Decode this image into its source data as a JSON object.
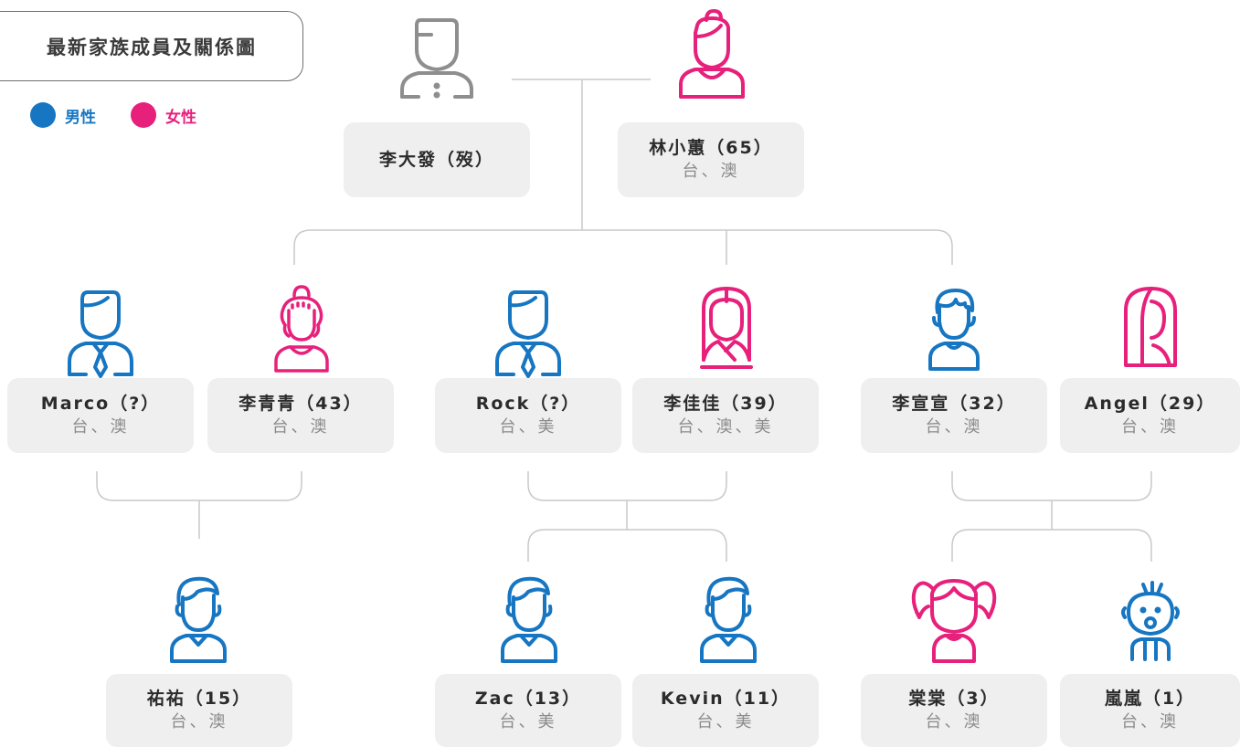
{
  "title": "最新家族成員及關係圖",
  "legend": {
    "male": {
      "label": "男性",
      "color": "#1776c2"
    },
    "female": {
      "label": "女性",
      "color": "#e7207c"
    }
  },
  "colors": {
    "male": "#1776c2",
    "female": "#e7207c",
    "unknown": "#8e8e8e",
    "line": "#c9c9c9",
    "card": "#efeff0"
  },
  "members": {
    "grandfather": {
      "name": "李大發（歿）",
      "loc": "",
      "gender": "unknown",
      "icon": "man-outline-icon"
    },
    "grandmother": {
      "name": "林小蕙（65）",
      "loc": "台、澳",
      "gender": "female",
      "icon": "woman-bun-icon"
    },
    "marco": {
      "name": "Marco（?）",
      "loc": "台、澳",
      "gender": "male",
      "icon": "businessman-icon"
    },
    "qingqing": {
      "name": "李青青（43）",
      "loc": "台、澳",
      "gender": "female",
      "icon": "woman-curly-bun-icon"
    },
    "rock": {
      "name": "Rock（?）",
      "loc": "台、美",
      "gender": "male",
      "icon": "businessman-icon"
    },
    "jiajia": {
      "name": "李佳佳（39）",
      "loc": "台、澳、美",
      "gender": "female",
      "icon": "woman-long-hair-icon"
    },
    "xuanxuan": {
      "name": "李宣宣（32）",
      "loc": "台、澳",
      "gender": "male",
      "icon": "young-man-icon"
    },
    "angel": {
      "name": "Angel（29）",
      "loc": "台、澳",
      "gender": "female",
      "icon": "woman-side-hair-icon"
    },
    "youyou": {
      "name": "祐祐（15）",
      "loc": "台、澳",
      "gender": "male",
      "icon": "boy-icon"
    },
    "zac": {
      "name": "Zac（13）",
      "loc": "台、美",
      "gender": "male",
      "icon": "boy-icon"
    },
    "kevin": {
      "name": "Kevin（11）",
      "loc": "台、美",
      "gender": "male",
      "icon": "boy-icon"
    },
    "tangtang": {
      "name": "棠棠（3）",
      "loc": "台、澳",
      "gender": "female",
      "icon": "girl-pigtails-icon"
    },
    "lanlan": {
      "name": "嵐嵐（1）",
      "loc": "台、澳",
      "gender": "male",
      "icon": "baby-icon"
    }
  }
}
